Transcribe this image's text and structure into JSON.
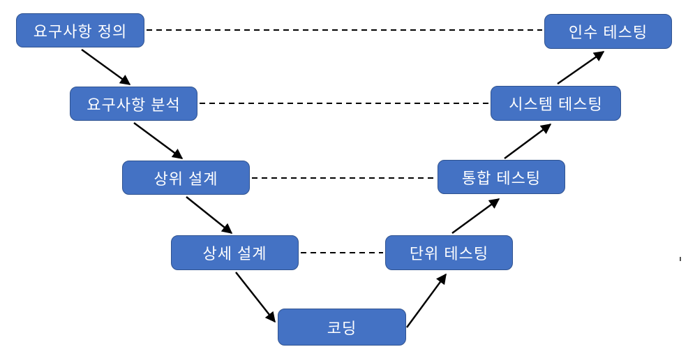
{
  "diagram": {
    "type": "v-model-process-diagram",
    "language": "ko",
    "nodes": [
      {
        "id": "requirements-definition",
        "label": "요구사항 정의",
        "side": "left",
        "level": 1
      },
      {
        "id": "acceptance-testing",
        "label": "인수 테스팅",
        "side": "right",
        "level": 1
      },
      {
        "id": "requirements-analysis",
        "label": "요구사항 분석",
        "side": "left",
        "level": 2
      },
      {
        "id": "system-testing",
        "label": "시스템 테스팅",
        "side": "right",
        "level": 2
      },
      {
        "id": "high-level-design",
        "label": "상위 설계",
        "side": "left",
        "level": 3
      },
      {
        "id": "integration-testing",
        "label": "통합 테스팅",
        "side": "right",
        "level": 3
      },
      {
        "id": "detailed-design",
        "label": "상세 설계",
        "side": "left",
        "level": 4
      },
      {
        "id": "unit-testing",
        "label": "단위 테스팅",
        "side": "right",
        "level": 4
      },
      {
        "id": "coding",
        "label": "코딩",
        "side": "bottom",
        "level": 5
      }
    ],
    "connections": {
      "solid_arrows": [
        {
          "from": "요구사항 정의",
          "to": "요구사항 분석"
        },
        {
          "from": "요구사항 분석",
          "to": "상위 설계"
        },
        {
          "from": "상위 설계",
          "to": "상세 설계"
        },
        {
          "from": "상세 설계",
          "to": "코딩"
        },
        {
          "from": "코딩",
          "to": "단위 테스팅"
        },
        {
          "from": "단위 테스팅",
          "to": "통합 테스팅"
        },
        {
          "from": "통합 테스팅",
          "to": "시스템 테스팅"
        },
        {
          "from": "시스템 테스팅",
          "to": "인수 테스팅"
        }
      ],
      "dashed_links": [
        {
          "from": "요구사항 정의",
          "to": "인수 테스팅"
        },
        {
          "from": "요구사항 분석",
          "to": "시스템 테스팅"
        },
        {
          "from": "상위 설계",
          "to": "통합 테스팅"
        },
        {
          "from": "상세 설계",
          "to": "단위 테스팅"
        }
      ]
    },
    "colors": {
      "node_fill": "#4472C4",
      "node_border": "#2F528F",
      "node_text": "#FFFFFF",
      "connector": "#000000",
      "background": "#FFFFFF"
    }
  }
}
